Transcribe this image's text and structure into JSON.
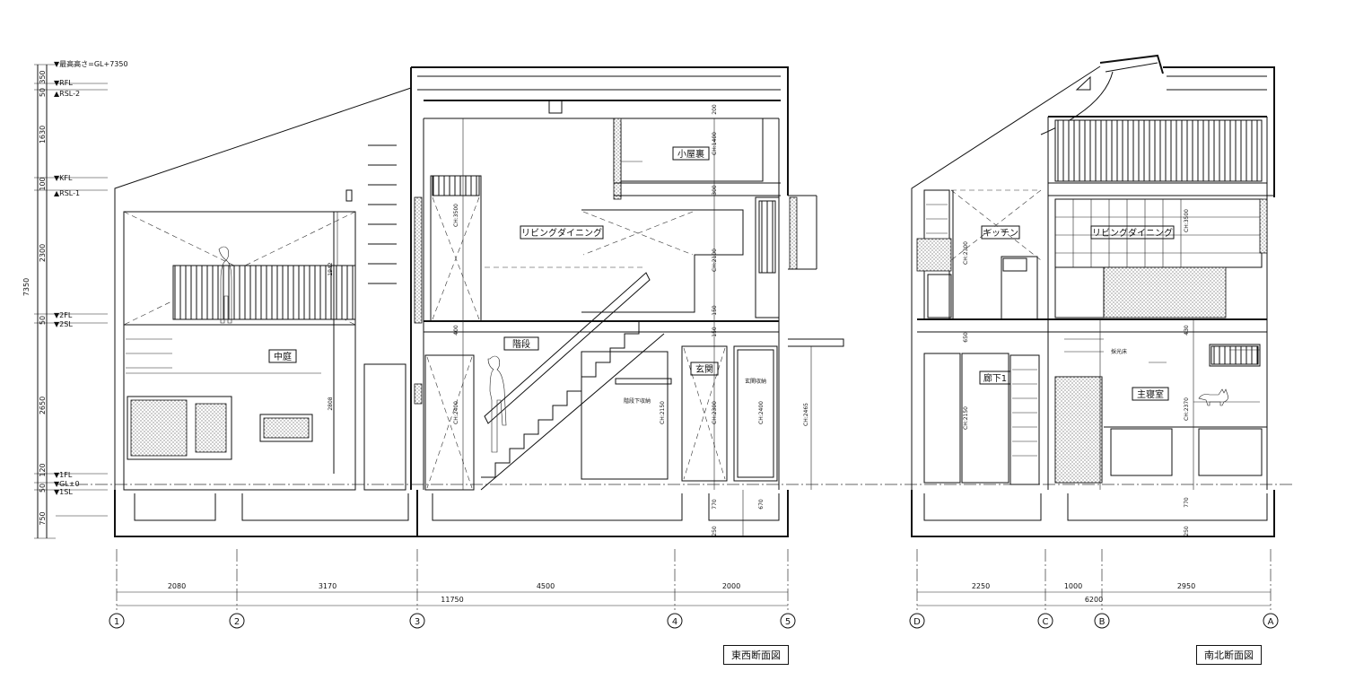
{
  "sections": {
    "ew_title": "東西断面図",
    "ns_title": "南北断面図"
  },
  "level_marks": {
    "top": "▼最高高さ=GL+7350",
    "rfl": "▼RFL",
    "rsl2": "▲RSL-2",
    "kfl": "▼KFL",
    "rsl1": "▲RSL-1",
    "fl2": "▼2FL",
    "sl2": "▼2SL",
    "fl1": "▼1FL",
    "gl": "▼GL±0",
    "sl1": "▼1SL"
  },
  "level_dims": {
    "d350": "350",
    "d50a": "50",
    "d1630": "1630",
    "d100": "100",
    "d2300": "2300",
    "d50b": "50",
    "d2650": "2650",
    "d120": "120",
    "d50c": "50",
    "d750": "750",
    "total": "7350"
  },
  "rooms": {
    "courtyard": "中庭",
    "stairs": "階段",
    "living_ew": "リビングダイニング",
    "attic": "小屋裏",
    "entrance": "玄関",
    "entrance_storage": "玄関収納",
    "under_stair_storage": "階段下収納",
    "kitchen": "キッチン",
    "living_ns": "リビングダイニング",
    "corridor": "廊下1",
    "bedroom": "主寝室",
    "skylight": "採光床"
  },
  "ceiling_heights": {
    "ch3500a": "CH:3500",
    "ch1400": "CH:1400",
    "ch2100": "CH:2100",
    "ch2400a": "CH:2400",
    "ch2150a": "CH:2150",
    "ch2300a": "CH:2300",
    "ch2400b": "CH:2400",
    "ch2465": "CH:2465",
    "ch2300b": "CH:2300",
    "ch3500b": "CH:3500",
    "ch2150b": "CH:2150",
    "ch2370": "CH:2370"
  },
  "inner_dims": {
    "d1942": "1942",
    "d2808": "2808",
    "d400": "400",
    "d300": "300",
    "d200": "200",
    "d150a": "150",
    "d150b": "150",
    "d770a": "770",
    "d670": "670",
    "d250a": "250",
    "d650": "650",
    "d430": "430",
    "d770b": "770",
    "d250b": "250"
  },
  "ew_dims": {
    "s1": "2080",
    "s2": "3170",
    "s3": "4500",
    "s4": "2000",
    "total": "11750"
  },
  "ns_dims": {
    "s1": "2250",
    "s2": "1000",
    "s3": "2950",
    "total": "6200"
  },
  "ew_grid": [
    "1",
    "2",
    "3",
    "4",
    "5"
  ],
  "ns_grid": [
    "D",
    "C",
    "B",
    "A"
  ]
}
